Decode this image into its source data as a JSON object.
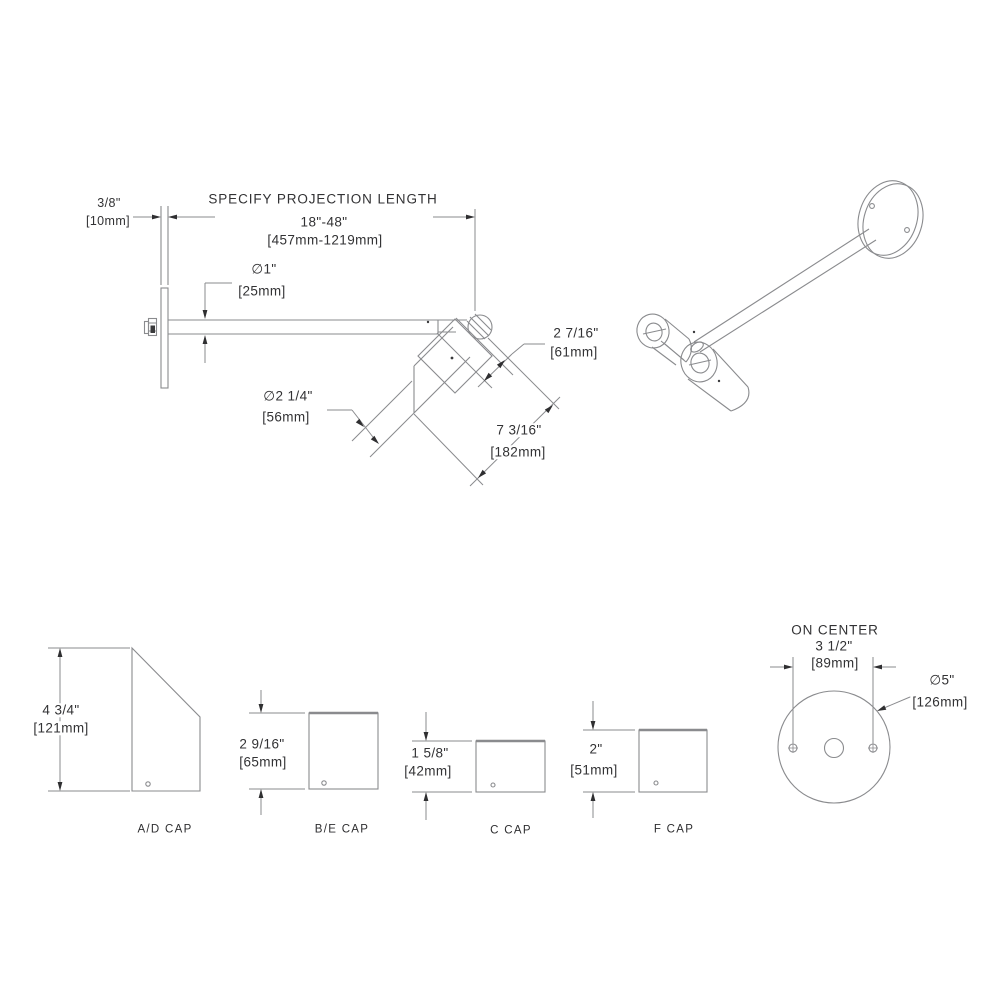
{
  "page": {
    "background": "#ffffff",
    "line_color": "#8a8b8e",
    "arrow_color": "#2f2f31",
    "text_color": "#323234"
  },
  "side_view": {
    "plate_thickness_in": "3/8\"",
    "plate_thickness_mm": "[10mm]",
    "projection_label": "SPECIFY PROJECTION LENGTH",
    "projection_in": "18\"-48\"",
    "projection_mm": "[457mm-1219mm]",
    "arm_diameter_in": "∅1\"",
    "arm_diameter_mm": "[25mm]",
    "cap_depth_in": "2 7/16\"",
    "cap_depth_mm": "[61mm]",
    "shade_diameter_in": "∅2 1/4\"",
    "shade_diameter_mm": "[56mm]",
    "shade_length_in": "7 3/16\"",
    "shade_length_mm": "[182mm]"
  },
  "caps": [
    {
      "label": "A/D CAP",
      "height_in": "4 3/4\"",
      "height_mm": "[121mm]"
    },
    {
      "label": "B/E CAP",
      "height_in": "2 9/16\"",
      "height_mm": "[65mm]"
    },
    {
      "label": "C CAP",
      "height_in": "1 5/8\"",
      "height_mm": "[42mm]"
    },
    {
      "label": "F CAP",
      "height_in": "2\"",
      "height_mm": "[51mm]"
    }
  ],
  "canopy": {
    "on_center_label": "ON CENTER",
    "on_center_in": "3 1/2\"",
    "on_center_mm": "[89mm]",
    "diameter_in": "∅5\"",
    "diameter_mm": "[126mm]"
  }
}
